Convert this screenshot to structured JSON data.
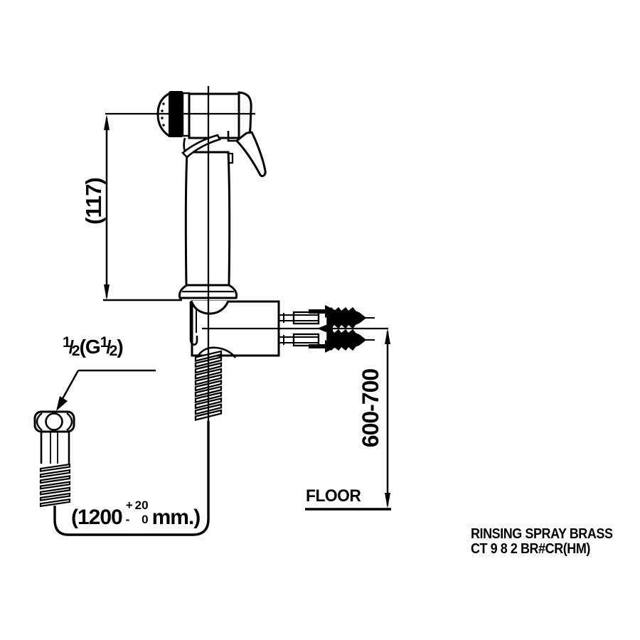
{
  "drawing": {
    "product": {
      "name": "RINSING SPRAY BRASS",
      "code": "CT 9 8 2 BR#CR(HM)"
    },
    "labels": {
      "head_height": "(117)",
      "install_height": "600-700",
      "floor": "FLOOR",
      "thread": {
        "num1": "1",
        "slash1": "/",
        "den1": "2",
        "mid": "(G",
        "num2": "1",
        "slash2": "/",
        "den2": "2",
        "close": ")"
      },
      "hose_length": {
        "open": "(1200",
        "plus_sign": "+",
        "plus_value": "20",
        "minus_sign": "-",
        "minus_value": "0",
        "unit": "mm.)"
      }
    },
    "colors": {
      "ink": "#000000",
      "paper": "#ffffff"
    }
  }
}
